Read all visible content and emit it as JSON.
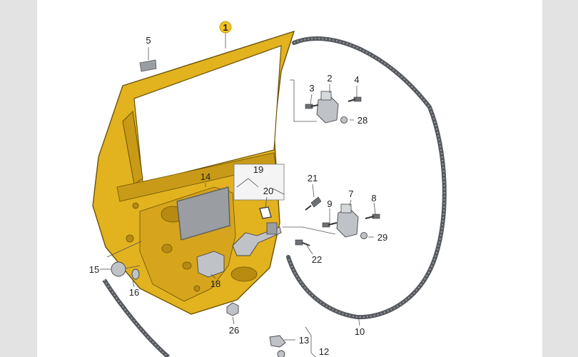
{
  "diagram": {
    "callouts": {
      "c1": "1",
      "c2": "2",
      "c3": "3",
      "c4": "4",
      "c5": "5",
      "c7": "7",
      "c8": "8",
      "c9": "9",
      "c10": "10",
      "c12": "12",
      "c13": "13",
      "c14": "14",
      "c15": "15",
      "c16": "16",
      "c18": "18",
      "c19": "19",
      "c20": "20",
      "c21": "21",
      "c22": "22",
      "c26": "26",
      "c28": "28",
      "c29": "29"
    },
    "colors": {
      "door_panel": "#e2b21f",
      "door_shade": "#b98a10",
      "door_outline": "#6b5408",
      "callout_highlight": "#f2c324",
      "hardware_gray": "#bfc3c8",
      "seal_dark": "#55595e",
      "insulation_pad": "#9a9ea3",
      "background": "#ffffff",
      "side_margin": "#e3e3e3"
    }
  }
}
